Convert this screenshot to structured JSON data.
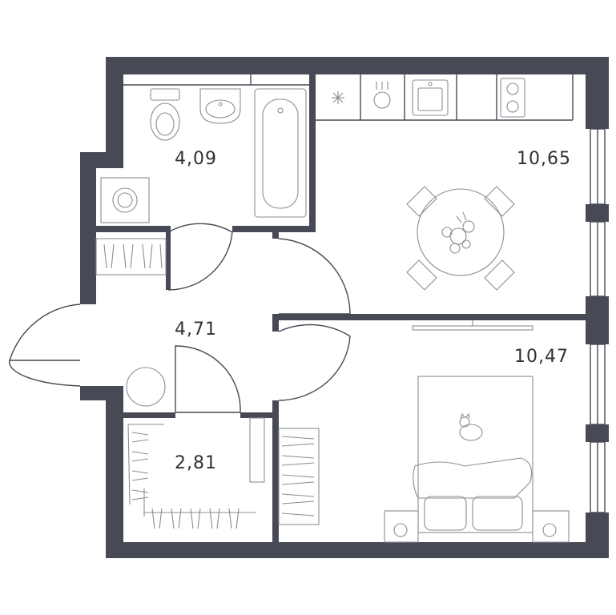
{
  "rooms": [
    {
      "id": "bathroom",
      "area": "4,09"
    },
    {
      "id": "kitchen-living",
      "area": "10,65"
    },
    {
      "id": "hallway",
      "area": "4,71"
    },
    {
      "id": "bedroom",
      "area": "10,47"
    },
    {
      "id": "wardrobe",
      "area": "2,81"
    }
  ],
  "colors": {
    "wall": "#474a54",
    "line": "#8a8d94",
    "background": "#ffffff"
  }
}
